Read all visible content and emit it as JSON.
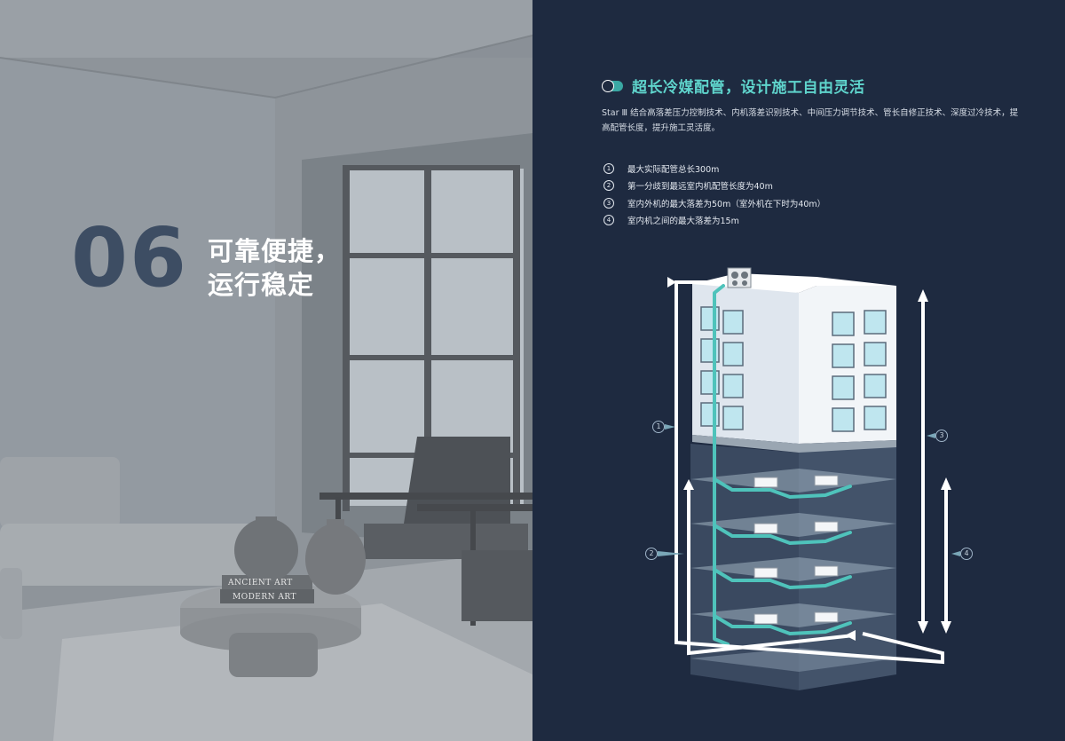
{
  "left_panel": {
    "section_number": "06",
    "section_title_line1": "可靠便捷，",
    "section_title_line2": "运行稳定",
    "book_spine_1": "ANCIENT ART",
    "book_spine_2": "MODERN ART"
  },
  "right_panel": {
    "heading": "超长冷媒配管，设计施工自由灵活",
    "description": "Star Ⅲ 结合高落差压力控制技术、内机落差识别技术、中间压力调节技术、管长自修正技术、深度过冷技术，提高配管长度，提升施工灵活度。",
    "features": [
      {
        "num": "1",
        "text": "最大实际配管总长300m"
      },
      {
        "num": "2",
        "text": "第一分歧到最远室内机配管长度为40m"
      },
      {
        "num": "3",
        "text": "室内外机的最大落差为50m（室外机在下时为40m）"
      },
      {
        "num": "4",
        "text": "室内机之间的最大落差为15m"
      }
    ],
    "callouts": [
      {
        "num": "1"
      },
      {
        "num": "2"
      },
      {
        "num": "3"
      },
      {
        "num": "4"
      }
    ]
  },
  "colors": {
    "panel_bg": "#1e2a40",
    "accent_teal": "#5fd4cc",
    "pipe_teal": "#4fc3bb",
    "number_gray": "#3d4d63"
  }
}
